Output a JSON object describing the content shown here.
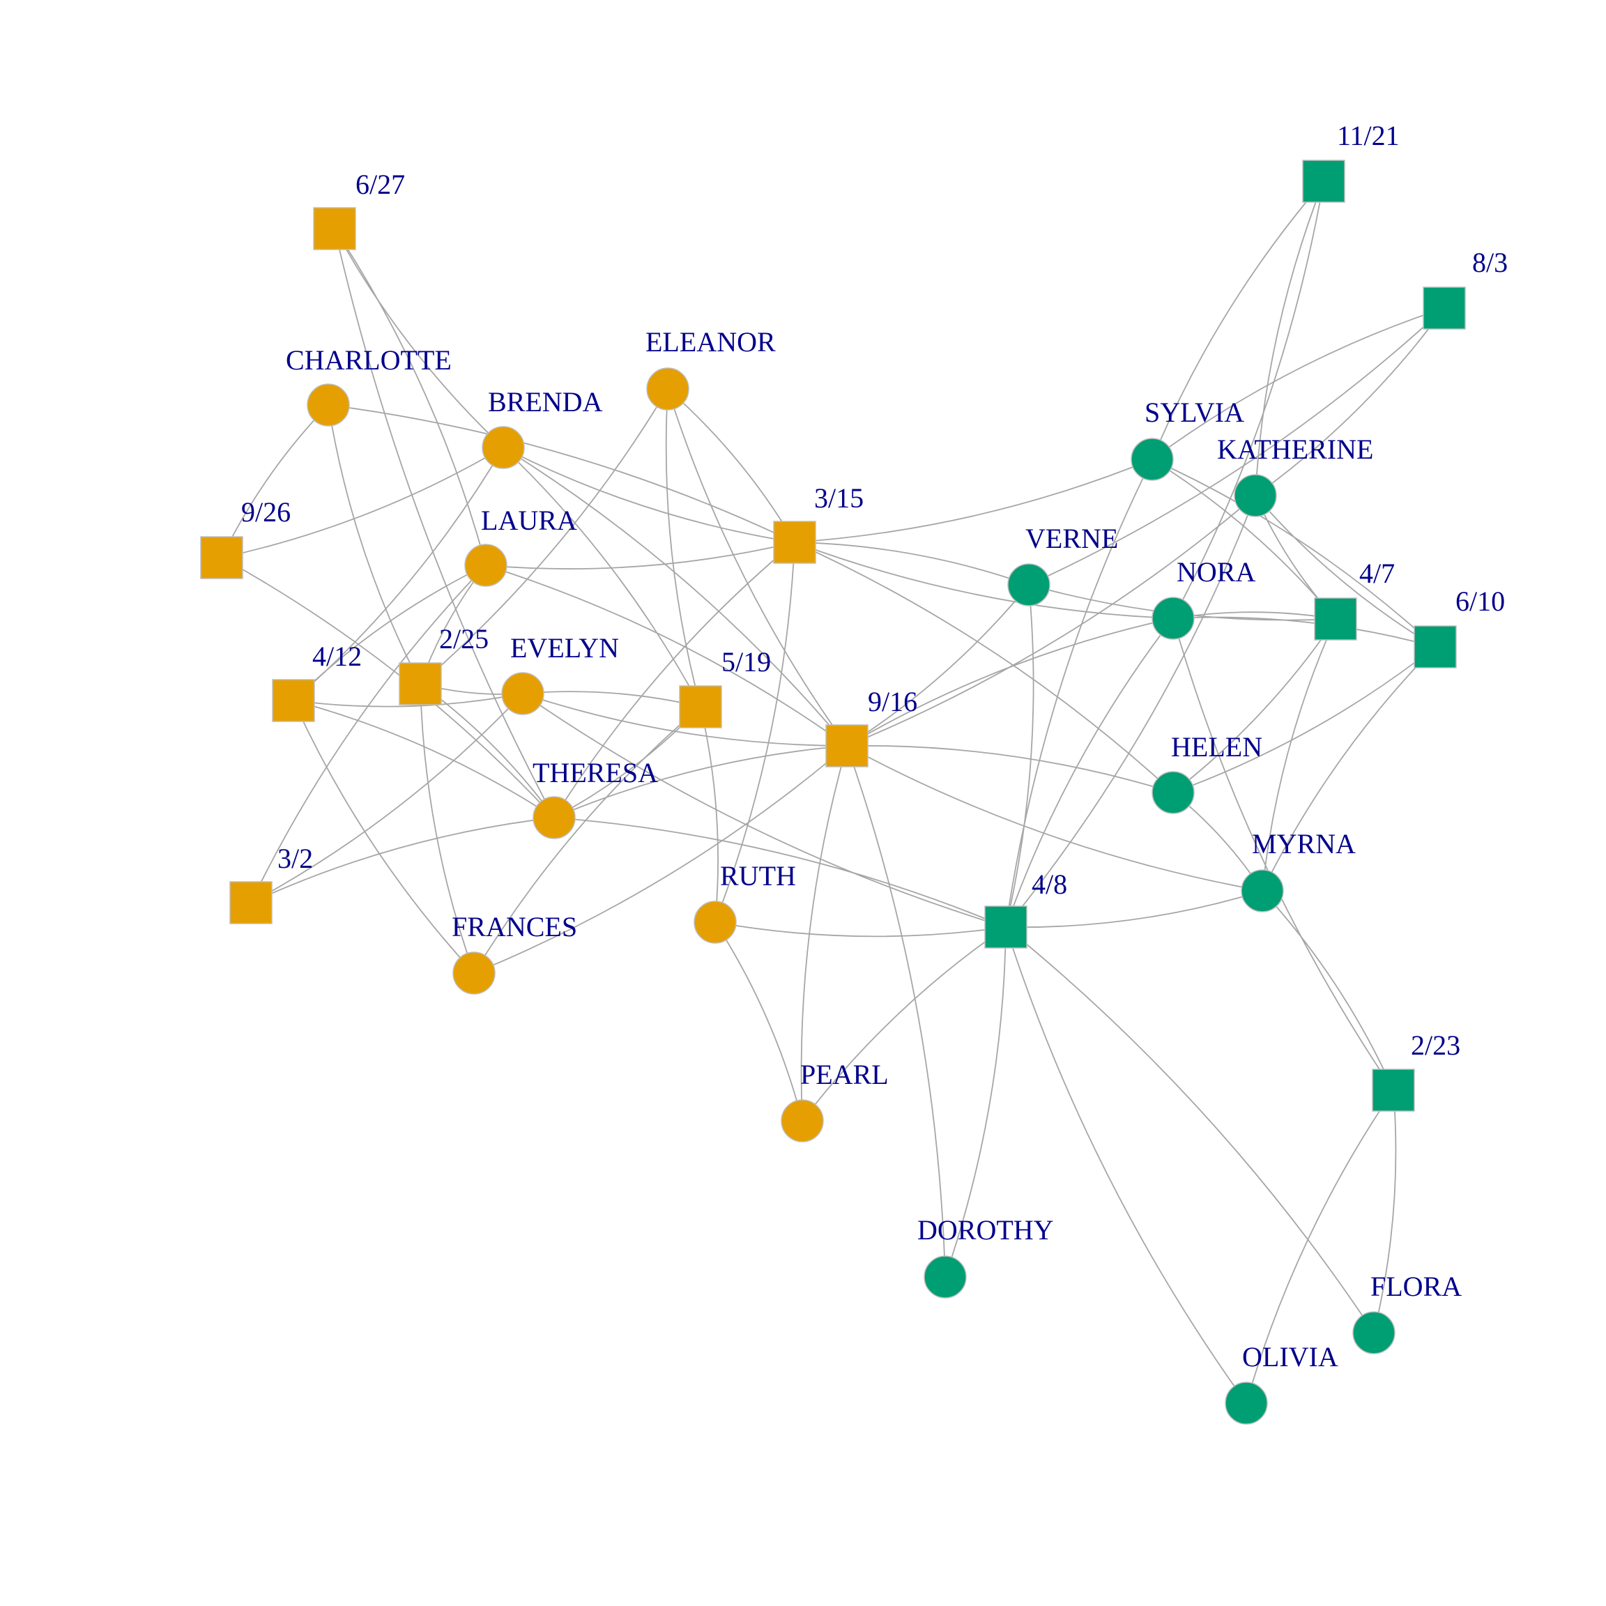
{
  "colors": {
    "group_orange": "#E69F00",
    "group_green": "#009E73",
    "edge": "#A6A6A6",
    "node_border": "#BEBEBE",
    "label": "#00008B"
  },
  "nodes": [
    {
      "id": "6/27",
      "label": "6/27",
      "shape": "square",
      "group": "orange"
    },
    {
      "id": "9/26",
      "label": "9/26",
      "shape": "square",
      "group": "orange"
    },
    {
      "id": "4/12",
      "label": "4/12",
      "shape": "square",
      "group": "orange"
    },
    {
      "id": "2/25",
      "label": "2/25",
      "shape": "square",
      "group": "orange"
    },
    {
      "id": "3/2",
      "label": "3/2",
      "shape": "square",
      "group": "orange"
    },
    {
      "id": "5/19",
      "label": "5/19",
      "shape": "square",
      "group": "orange"
    },
    {
      "id": "3/15",
      "label": "3/15",
      "shape": "square",
      "group": "orange"
    },
    {
      "id": "9/16",
      "label": "9/16",
      "shape": "square",
      "group": "orange"
    },
    {
      "id": "CHARLOTTE",
      "label": "CHARLOTTE",
      "shape": "circle",
      "group": "orange"
    },
    {
      "id": "BRENDA",
      "label": "BRENDA",
      "shape": "circle",
      "group": "orange"
    },
    {
      "id": "ELEANOR",
      "label": "ELEANOR",
      "shape": "circle",
      "group": "orange"
    },
    {
      "id": "LAURA",
      "label": "LAURA",
      "shape": "circle",
      "group": "orange"
    },
    {
      "id": "EVELYN",
      "label": "EVELYN",
      "shape": "circle",
      "group": "orange"
    },
    {
      "id": "THERESA",
      "label": "THERESA",
      "shape": "circle",
      "group": "orange"
    },
    {
      "id": "FRANCES",
      "label": "FRANCES",
      "shape": "circle",
      "group": "orange"
    },
    {
      "id": "RUTH",
      "label": "RUTH",
      "shape": "circle",
      "group": "orange"
    },
    {
      "id": "PEARL",
      "label": "PEARL",
      "shape": "circle",
      "group": "orange"
    },
    {
      "id": "11/21",
      "label": "11/21",
      "shape": "square",
      "group": "green"
    },
    {
      "id": "8/3",
      "label": "8/3",
      "shape": "square",
      "group": "green"
    },
    {
      "id": "4/7",
      "label": "4/7",
      "shape": "square",
      "group": "green"
    },
    {
      "id": "6/10",
      "label": "6/10",
      "shape": "square",
      "group": "green"
    },
    {
      "id": "4/8",
      "label": "4/8",
      "shape": "square",
      "group": "green"
    },
    {
      "id": "2/23",
      "label": "2/23",
      "shape": "square",
      "group": "green"
    },
    {
      "id": "SYLVIA",
      "label": "SYLVIA",
      "shape": "circle",
      "group": "green"
    },
    {
      "id": "KATHERINE",
      "label": "KATHERINE",
      "shape": "circle",
      "group": "green"
    },
    {
      "id": "VERNE",
      "label": "VERNE",
      "shape": "circle",
      "group": "green"
    },
    {
      "id": "NORA",
      "label": "NORA",
      "shape": "circle",
      "group": "green"
    },
    {
      "id": "HELEN",
      "label": "HELEN",
      "shape": "circle",
      "group": "green"
    },
    {
      "id": "MYRNA",
      "label": "MYRNA",
      "shape": "circle",
      "group": "green"
    },
    {
      "id": "DOROTHY",
      "label": "DOROTHY",
      "shape": "circle",
      "group": "green"
    },
    {
      "id": "FLORA",
      "label": "FLORA",
      "shape": "circle",
      "group": "green"
    },
    {
      "id": "OLIVIA",
      "label": "OLIVIA",
      "shape": "circle",
      "group": "green"
    }
  ],
  "edges": [
    [
      "6/27",
      "BRENDA"
    ],
    [
      "6/27",
      "LAURA"
    ],
    [
      "6/27",
      "THERESA"
    ],
    [
      "9/26",
      "CHARLOTTE"
    ],
    [
      "9/26",
      "BRENDA"
    ],
    [
      "9/26",
      "THERESA"
    ],
    [
      "4/12",
      "BRENDA"
    ],
    [
      "4/12",
      "LAURA"
    ],
    [
      "4/12",
      "EVELYN"
    ],
    [
      "4/12",
      "THERESA"
    ],
    [
      "4/12",
      "FRANCES"
    ],
    [
      "2/25",
      "CHARLOTTE"
    ],
    [
      "2/25",
      "ELEANOR"
    ],
    [
      "2/25",
      "LAURA"
    ],
    [
      "2/25",
      "EVELYN"
    ],
    [
      "2/25",
      "THERESA"
    ],
    [
      "2/25",
      "FRANCES"
    ],
    [
      "3/2",
      "LAURA"
    ],
    [
      "3/2",
      "EVELYN"
    ],
    [
      "3/2",
      "THERESA"
    ],
    [
      "5/19",
      "BRENDA"
    ],
    [
      "5/19",
      "ELEANOR"
    ],
    [
      "5/19",
      "EVELYN"
    ],
    [
      "5/19",
      "THERESA"
    ],
    [
      "5/19",
      "FRANCES"
    ],
    [
      "5/19",
      "RUTH"
    ],
    [
      "3/15",
      "CHARLOTTE"
    ],
    [
      "3/15",
      "BRENDA"
    ],
    [
      "3/15",
      "ELEANOR"
    ],
    [
      "3/15",
      "LAURA"
    ],
    [
      "3/15",
      "THERESA"
    ],
    [
      "3/15",
      "RUTH"
    ],
    [
      "3/15",
      "SYLVIA"
    ],
    [
      "3/15",
      "VERNE"
    ],
    [
      "3/15",
      "NORA"
    ],
    [
      "3/15",
      "HELEN"
    ],
    [
      "9/16",
      "BRENDA"
    ],
    [
      "9/16",
      "ELEANOR"
    ],
    [
      "9/16",
      "LAURA"
    ],
    [
      "9/16",
      "EVELYN"
    ],
    [
      "9/16",
      "THERESA"
    ],
    [
      "9/16",
      "FRANCES"
    ],
    [
      "9/16",
      "PEARL"
    ],
    [
      "9/16",
      "DOROTHY"
    ],
    [
      "9/16",
      "VERNE"
    ],
    [
      "9/16",
      "NORA"
    ],
    [
      "9/16",
      "KATHERINE"
    ],
    [
      "9/16",
      "HELEN"
    ],
    [
      "9/16",
      "MYRNA"
    ],
    [
      "4/8",
      "EVELYN"
    ],
    [
      "4/8",
      "THERESA"
    ],
    [
      "4/8",
      "RUTH"
    ],
    [
      "4/8",
      "PEARL"
    ],
    [
      "4/8",
      "DOROTHY"
    ],
    [
      "4/8",
      "VERNE"
    ],
    [
      "4/8",
      "SYLVIA"
    ],
    [
      "4/8",
      "KATHERINE"
    ],
    [
      "4/8",
      "NORA"
    ],
    [
      "4/8",
      "MYRNA"
    ],
    [
      "4/8",
      "FLORA"
    ],
    [
      "4/8",
      "OLIVIA"
    ],
    [
      "RUTH",
      "PEARL"
    ],
    [
      "11/21",
      "SYLVIA"
    ],
    [
      "11/21",
      "NORA"
    ],
    [
      "11/21",
      "KATHERINE"
    ],
    [
      "8/3",
      "VERNE"
    ],
    [
      "8/3",
      "SYLVIA"
    ],
    [
      "8/3",
      "KATHERINE"
    ],
    [
      "4/7",
      "SYLVIA"
    ],
    [
      "4/7",
      "KATHERINE"
    ],
    [
      "4/7",
      "NORA"
    ],
    [
      "4/7",
      "HELEN"
    ],
    [
      "4/7",
      "MYRNA"
    ],
    [
      "4/7",
      "VERNE"
    ],
    [
      "6/10",
      "SYLVIA"
    ],
    [
      "6/10",
      "KATHERINE"
    ],
    [
      "6/10",
      "NORA"
    ],
    [
      "6/10",
      "HELEN"
    ],
    [
      "6/10",
      "MYRNA"
    ],
    [
      "2/23",
      "NORA"
    ],
    [
      "2/23",
      "MYRNA"
    ],
    [
      "2/23",
      "FLORA"
    ],
    [
      "2/23",
      "OLIVIA"
    ],
    [
      "HELEN",
      "MYRNA"
    ]
  ]
}
